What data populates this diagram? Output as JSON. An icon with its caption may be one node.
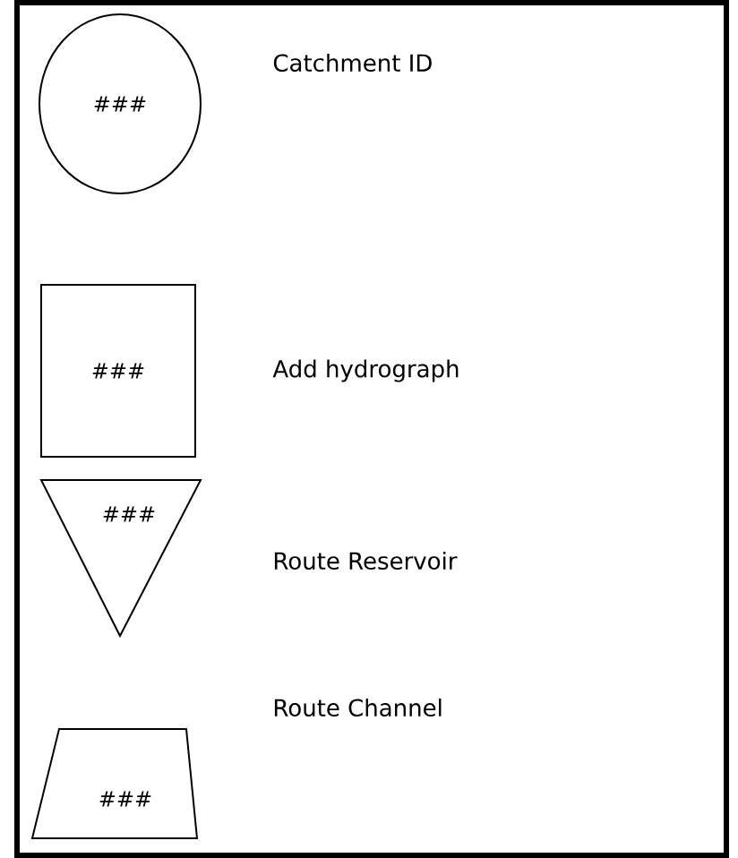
{
  "diagram": {
    "nodes": [
      {
        "text": [
          "###"
        ],
        "beside": [
          "Catchment ID"
        ]
      },
      {
        "text": [
          "###"
        ],
        "beside": [
          "Add hydrograph"
        ]
      },
      {
        "text": [
          "###"
        ],
        "beside": [
          "Route Reservoir"
        ]
      },
      {
        "text": [
          "###"
        ],
        "beside": [
          "Route Channel"
        ]
      }
    ]
  }
}
